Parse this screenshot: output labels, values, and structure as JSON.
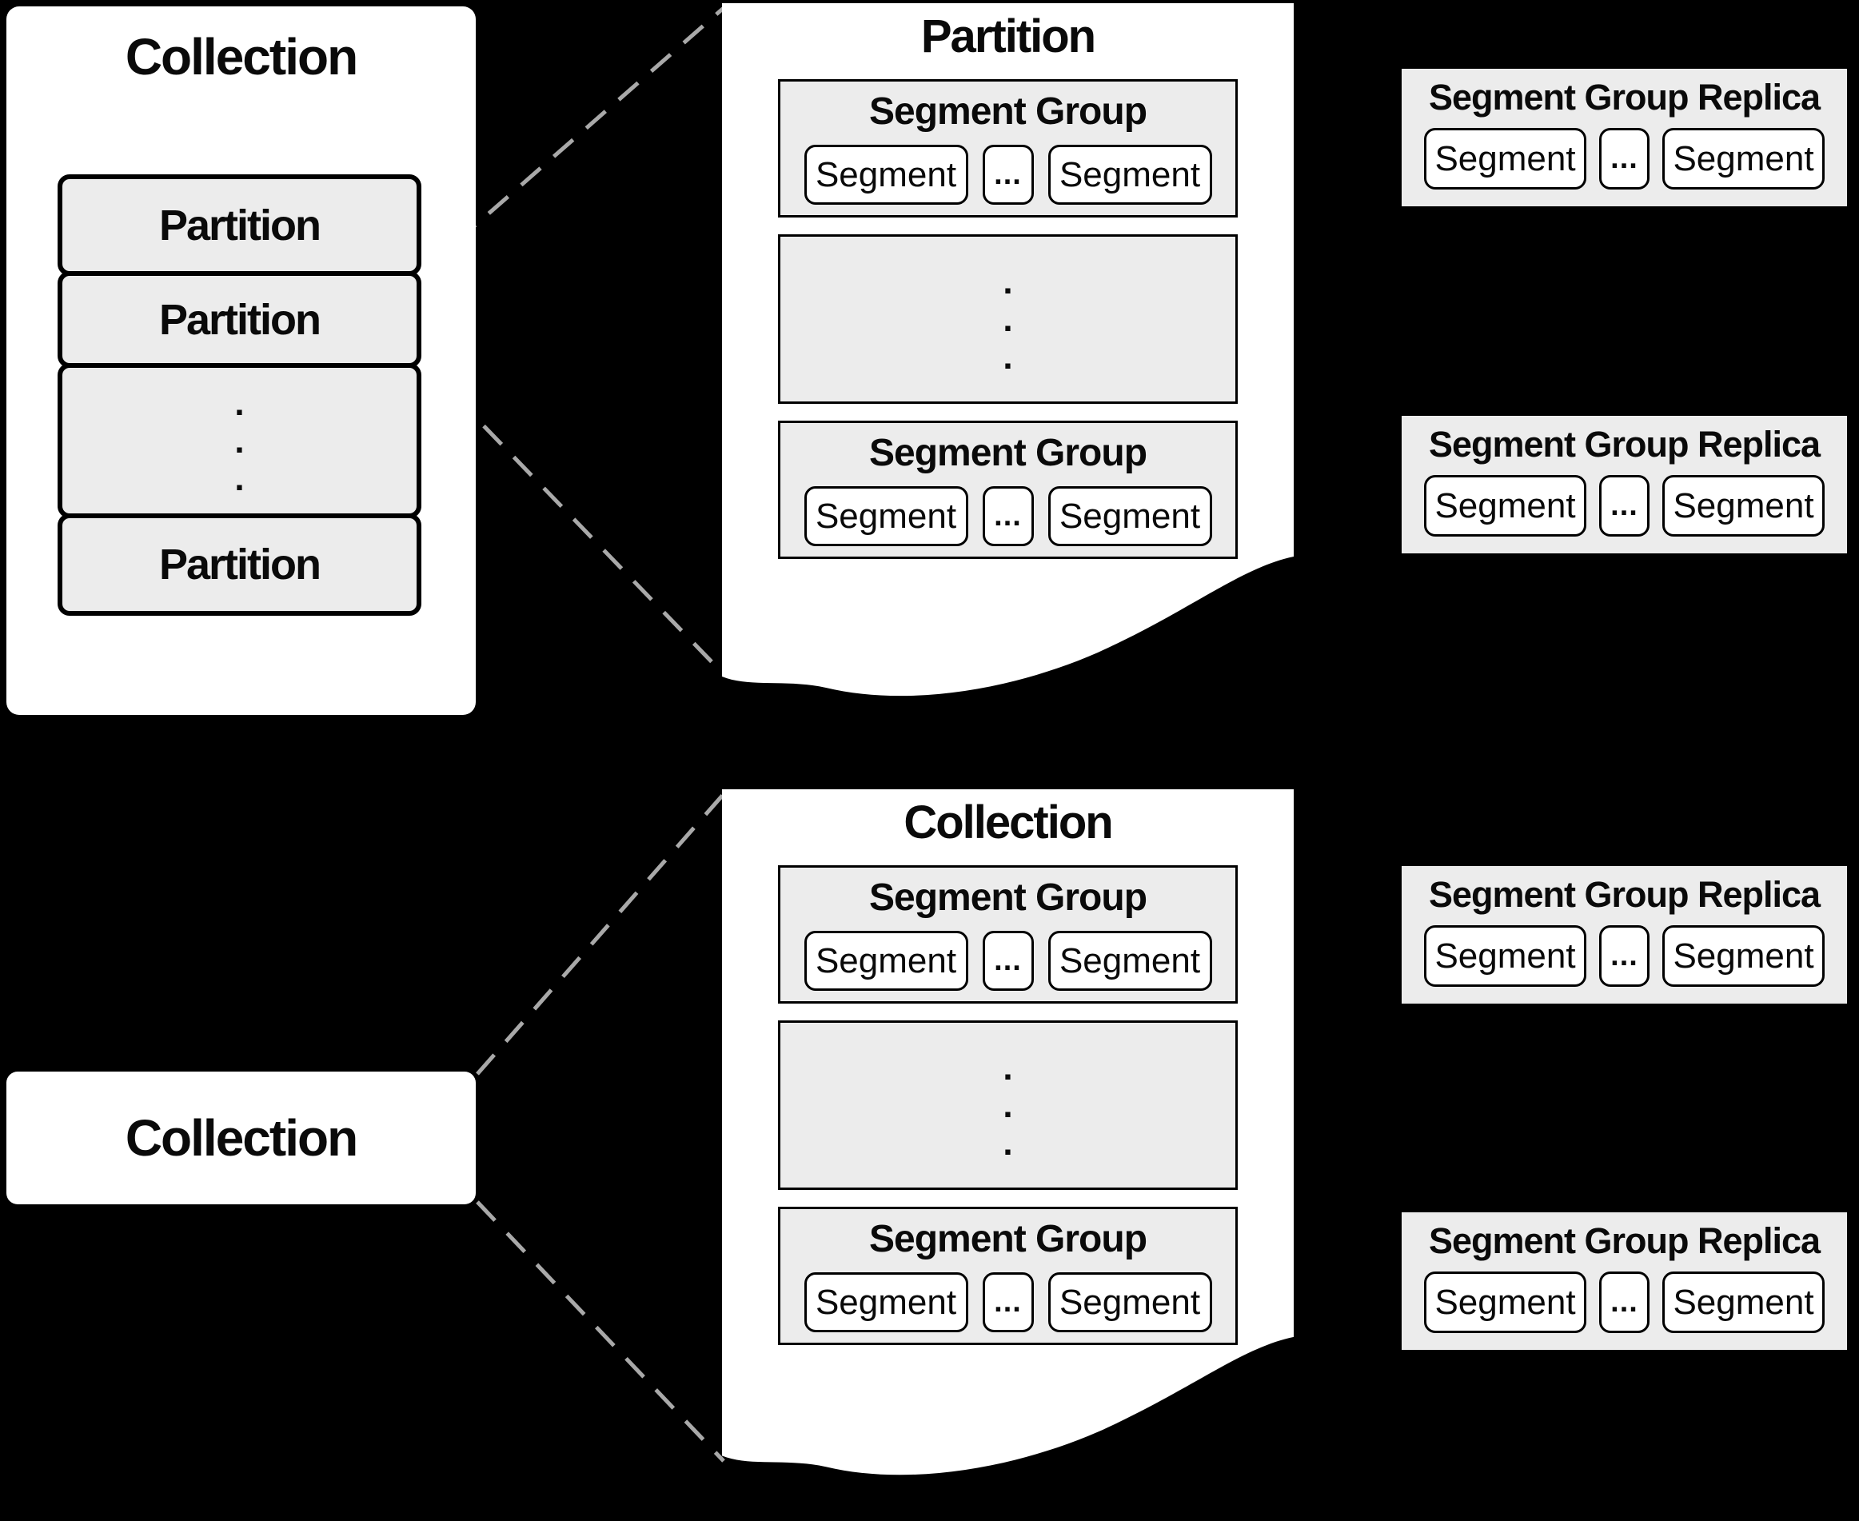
{
  "colors": {
    "background": "#000000",
    "panel_fill": "#ffffff",
    "box_fill": "#ececec",
    "border": "#000000",
    "dashed_line": "#a9a9a9"
  },
  "top_left_panel": {
    "title": "Collection",
    "partitions": [
      "Partition",
      "Partition",
      "Partition"
    ],
    "dots": [
      ".",
      ".",
      "."
    ]
  },
  "top_document": {
    "title": "Partition",
    "segment_groups": [
      {
        "title": "Segment Group",
        "segments": [
          "Segment",
          "Segment"
        ],
        "ellipsis": "..."
      },
      {
        "title": "Segment Group",
        "segments": [
          "Segment",
          "Segment"
        ],
        "ellipsis": "..."
      }
    ],
    "dots": [
      ".",
      ".",
      "."
    ]
  },
  "top_replicas": [
    {
      "title": "Segment Group Replica",
      "segments": [
        "Segment",
        "Segment"
      ],
      "ellipsis": "..."
    },
    {
      "title": "Segment Group Replica",
      "segments": [
        "Segment",
        "Segment"
      ],
      "ellipsis": "..."
    }
  ],
  "bottom_left_panel": {
    "title": "Collection"
  },
  "bottom_document": {
    "title": "Collection",
    "segment_groups": [
      {
        "title": "Segment Group",
        "segments": [
          "Segment",
          "Segment"
        ],
        "ellipsis": "..."
      },
      {
        "title": "Segment Group",
        "segments": [
          "Segment",
          "Segment"
        ],
        "ellipsis": "..."
      }
    ],
    "dots": [
      ".",
      ".",
      "."
    ]
  },
  "bottom_replicas": [
    {
      "title": "Segment Group Replica",
      "segments": [
        "Segment",
        "Segment"
      ],
      "ellipsis": "..."
    },
    {
      "title": "Segment Group Replica",
      "segments": [
        "Segment",
        "Segment"
      ],
      "ellipsis": "..."
    }
  ]
}
